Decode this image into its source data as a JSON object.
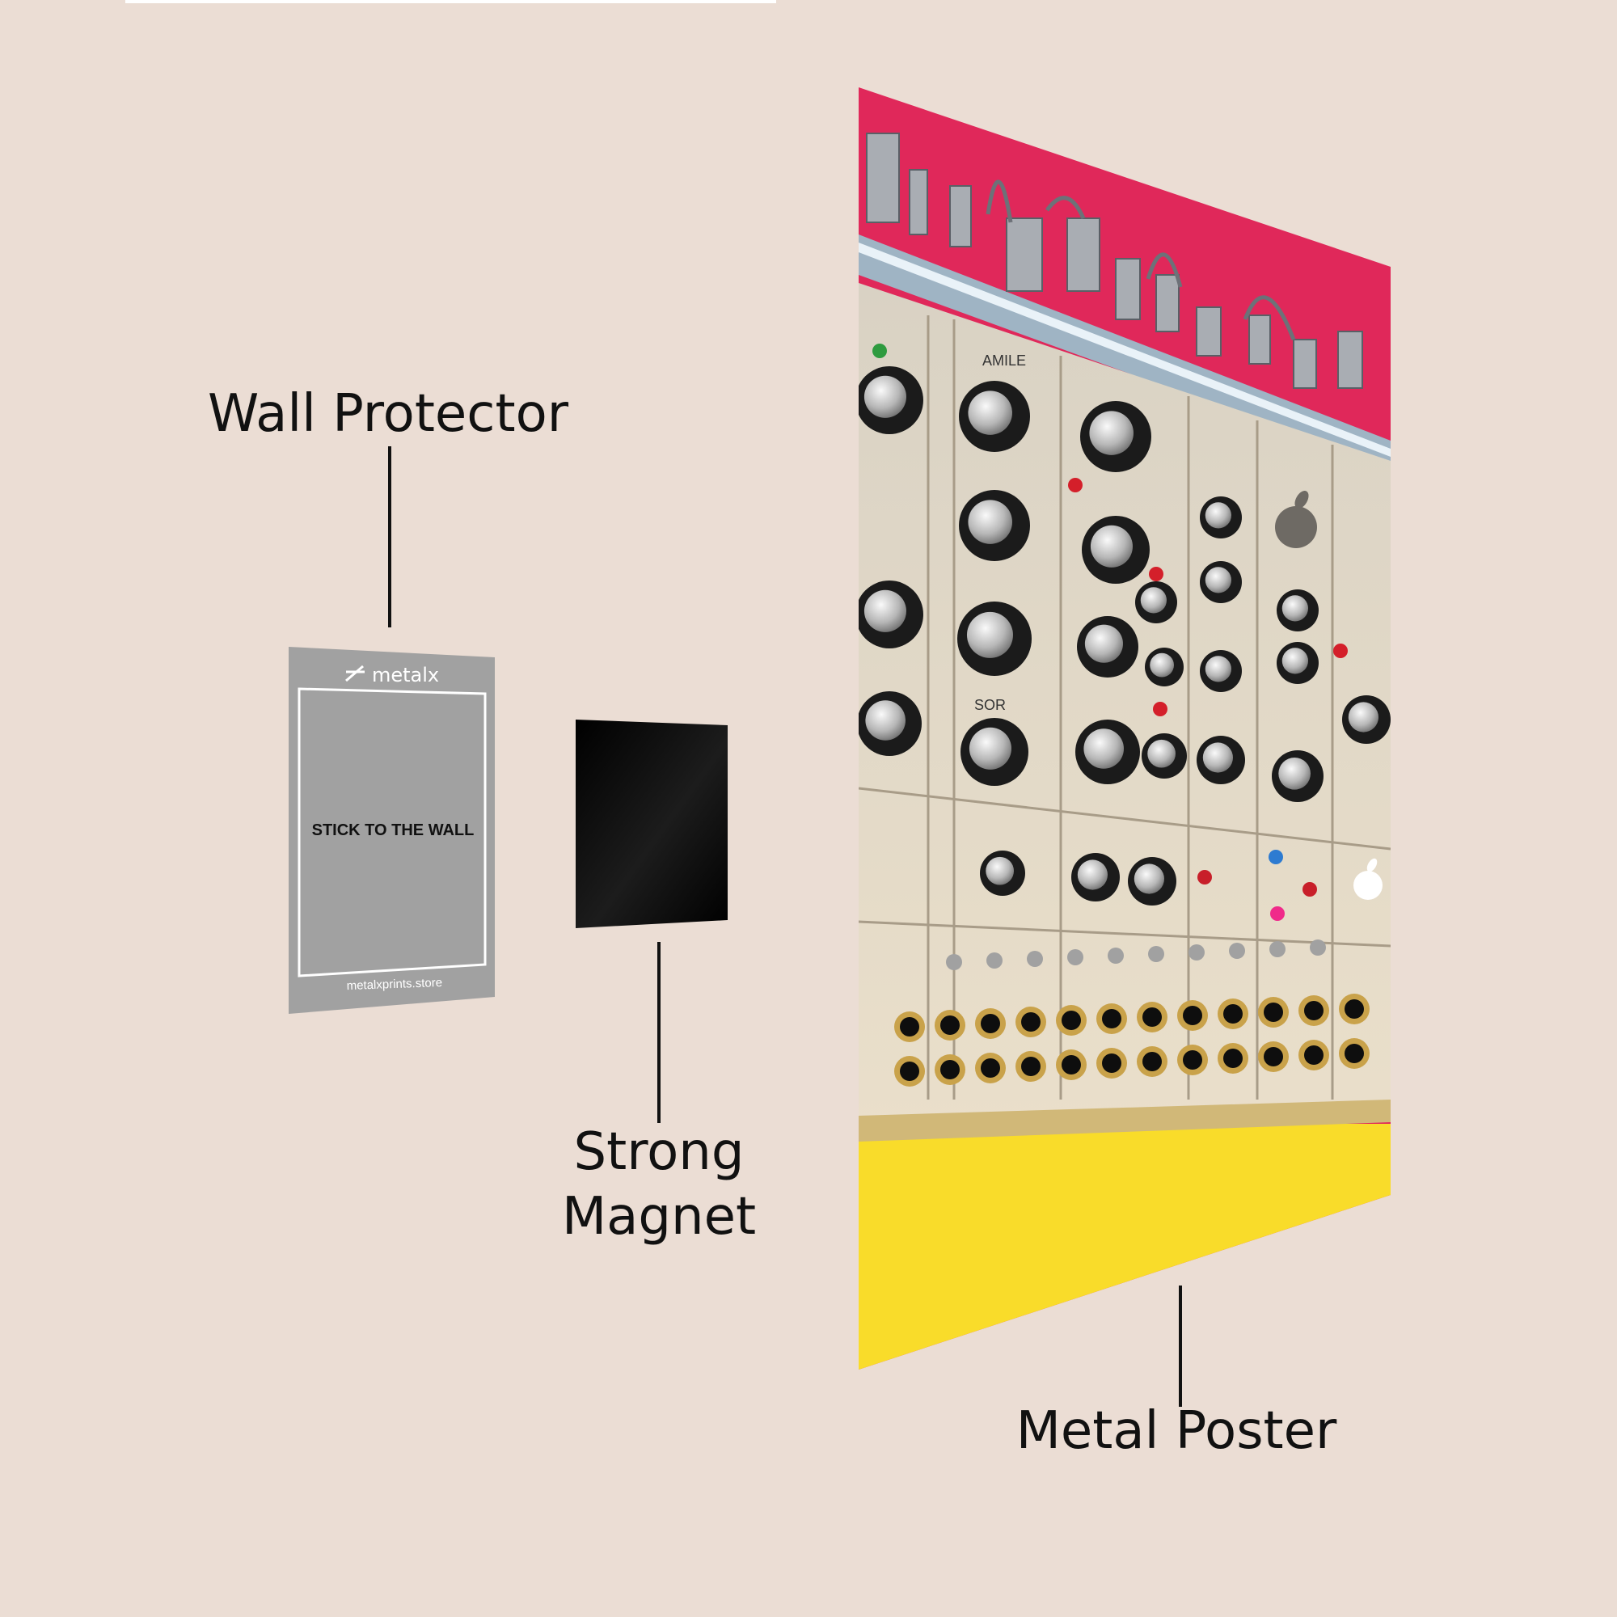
{
  "labels": {
    "wall_protector": "Wall Protector",
    "strong_magnet_line1": "Strong",
    "strong_magnet_line2": "Magnet",
    "metal_poster": "Metal Poster"
  },
  "protector_card": {
    "brand": "metalx",
    "instruction": "STICK TO THE WALL",
    "website": "metalxprints.store"
  },
  "poster_panel_texts": {
    "module_a": "AMILE",
    "module_b": "SOR"
  },
  "colors": {
    "background": "#ebddd4",
    "protector": "#a1a1a1",
    "magnet": "#050505",
    "poster_top": "#e0285a",
    "poster_bottom": "#f9dc2a",
    "panel": "#e6dccb"
  },
  "icons": [
    "metalx-logo-icon",
    "apple-logo-icon"
  ]
}
